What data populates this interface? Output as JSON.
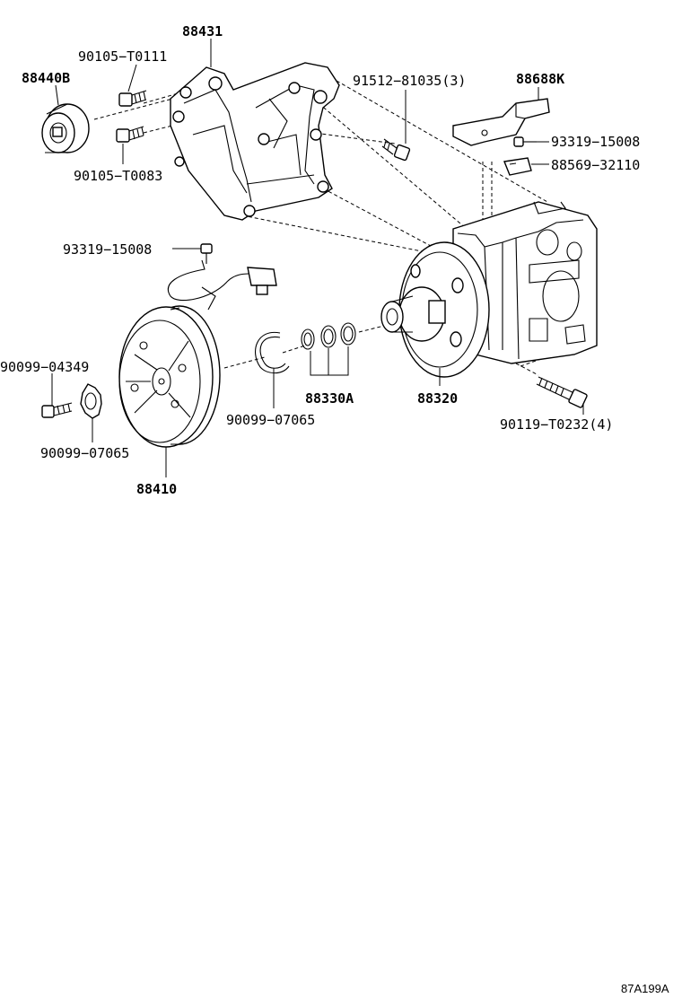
{
  "diagram": {
    "labels": {
      "p88431": "88431",
      "p90105_T0111": "90105−T0111",
      "p88440B": "88440B",
      "p90105_T0083": "90105−T0083",
      "p91512_81035": "91512−81035(3)",
      "p88688K": "88688K",
      "p93319_15008_top": "93319−15008",
      "p88569_32110": "88569−32110",
      "p93319_15008_mid": "93319−15008",
      "p90099_04349": "90099−04349",
      "p90099_07065_left": "90099−07065",
      "p90099_07065_mid": "90099−07065",
      "p88330A": "88330A",
      "p88320": "88320",
      "p90119_T0232": "90119−T0232(4)",
      "p88410": "88410"
    },
    "reference_code": "87A199A"
  }
}
